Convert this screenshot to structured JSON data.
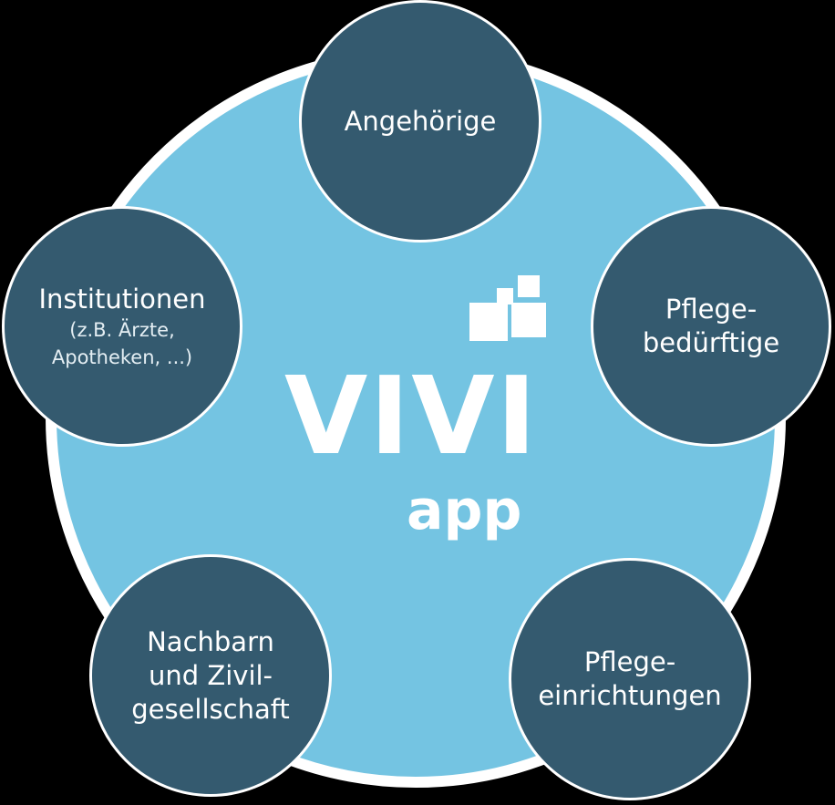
{
  "logo": {
    "title": "VIVI",
    "subtitle": "app",
    "icon": "stacked-squares-logo"
  },
  "nodes": {
    "angehoerige": {
      "label": "Angehörige"
    },
    "pflegebeduerftige": {
      "label": "Pflege-\nbedürftige"
    },
    "pflegeeinrichtungen": {
      "label": "Pflege-\neinrichtungen"
    },
    "nachbarn": {
      "label": "Nachbarn\nund Zivil-\ngesellschaft"
    },
    "institutionen": {
      "label": "Institutionen",
      "sub": "(z.B. Ärzte,\nApotheken, ...)"
    }
  },
  "colors": {
    "background": "#000000",
    "hub": "#74c4e2",
    "node": "#345a6f",
    "outline": "#ffffff"
  }
}
